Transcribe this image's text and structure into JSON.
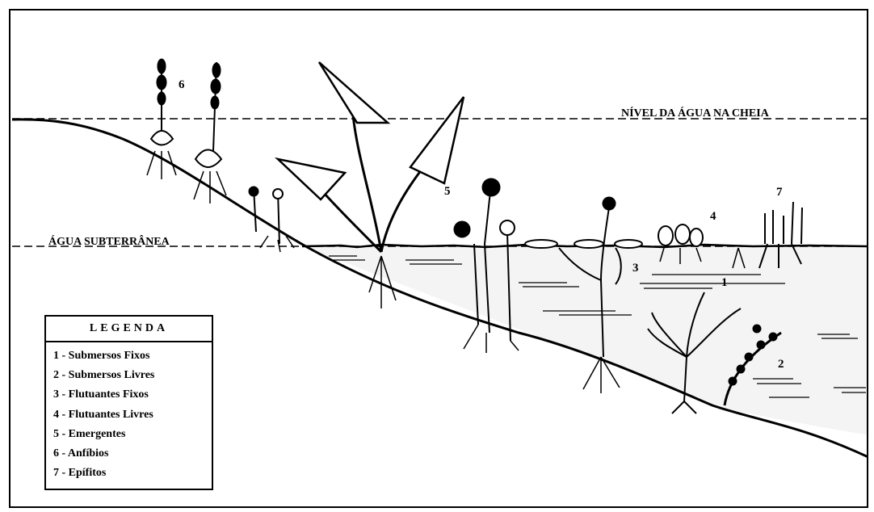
{
  "labels": {
    "flood_level": "NÍVEL DA ÁGUA NA CHEIA",
    "groundwater": "ÁGUA SUBTERRÂNEA"
  },
  "plant_numbers": [
    "1",
    "2",
    "3",
    "4",
    "5",
    "6",
    "7"
  ],
  "legend": {
    "title": "LEGENDA",
    "items": [
      "1 - Submersos Fixos",
      "2 - Submersos Livres",
      "3 - Flutuantes Fixos",
      "4 - Flutuantes Livres",
      "5 - Emergentes",
      "6 - Anfíbios",
      "7 - Epífitos"
    ]
  }
}
